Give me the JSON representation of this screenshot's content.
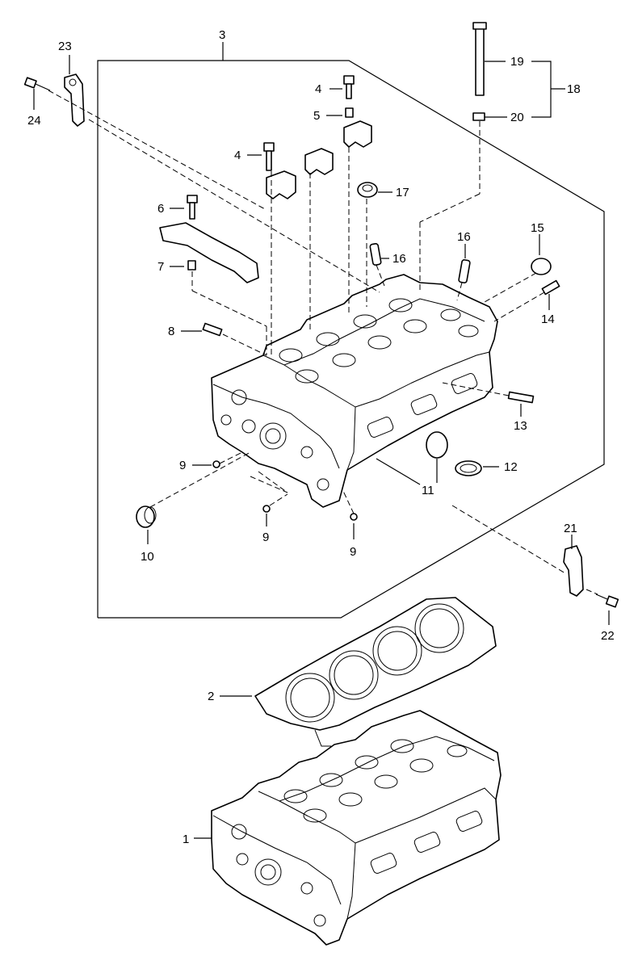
{
  "labels": {
    "l1": "1",
    "l2": "2",
    "l3": "3",
    "l4a": "4",
    "l4b": "4",
    "l5": "5",
    "l6": "6",
    "l7": "7",
    "l8": "8",
    "l9a": "9",
    "l9b": "9",
    "l9c": "9",
    "l10": "10",
    "l11": "11",
    "l12": "12",
    "l13": "13",
    "l14": "14",
    "l15": "15",
    "l16a": "16",
    "l16b": "16",
    "l17": "17",
    "l18": "18",
    "l19": "19",
    "l20": "20",
    "l21": "21",
    "l22": "22",
    "l23": "23",
    "l24": "24"
  }
}
